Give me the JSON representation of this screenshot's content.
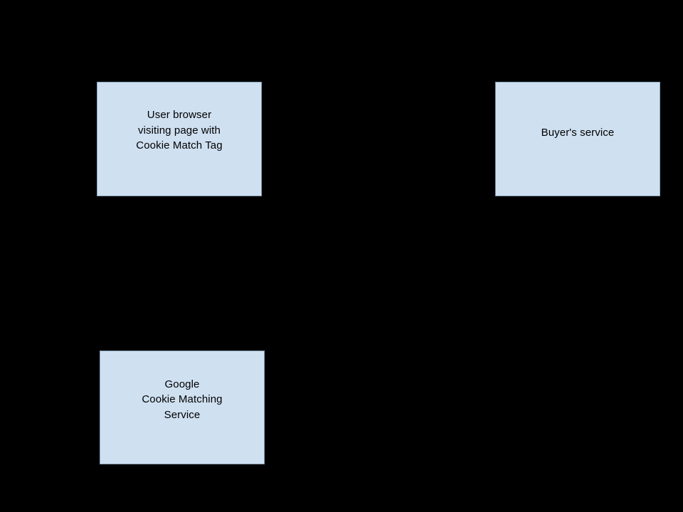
{
  "diagram": {
    "background_color": "#000000",
    "node_fill_color": "#cfe0f1",
    "node_border_color": "#8ba3bb",
    "node_text_color": "#000000",
    "nodes": [
      {
        "id": "user-browser",
        "label": "User browser\nvisiting page with\nCookie Match Tag"
      },
      {
        "id": "buyers-service",
        "label": "Buyer's service"
      },
      {
        "id": "cookie-matching-service",
        "label": "Google\nCookie Matching\nService"
      }
    ]
  }
}
